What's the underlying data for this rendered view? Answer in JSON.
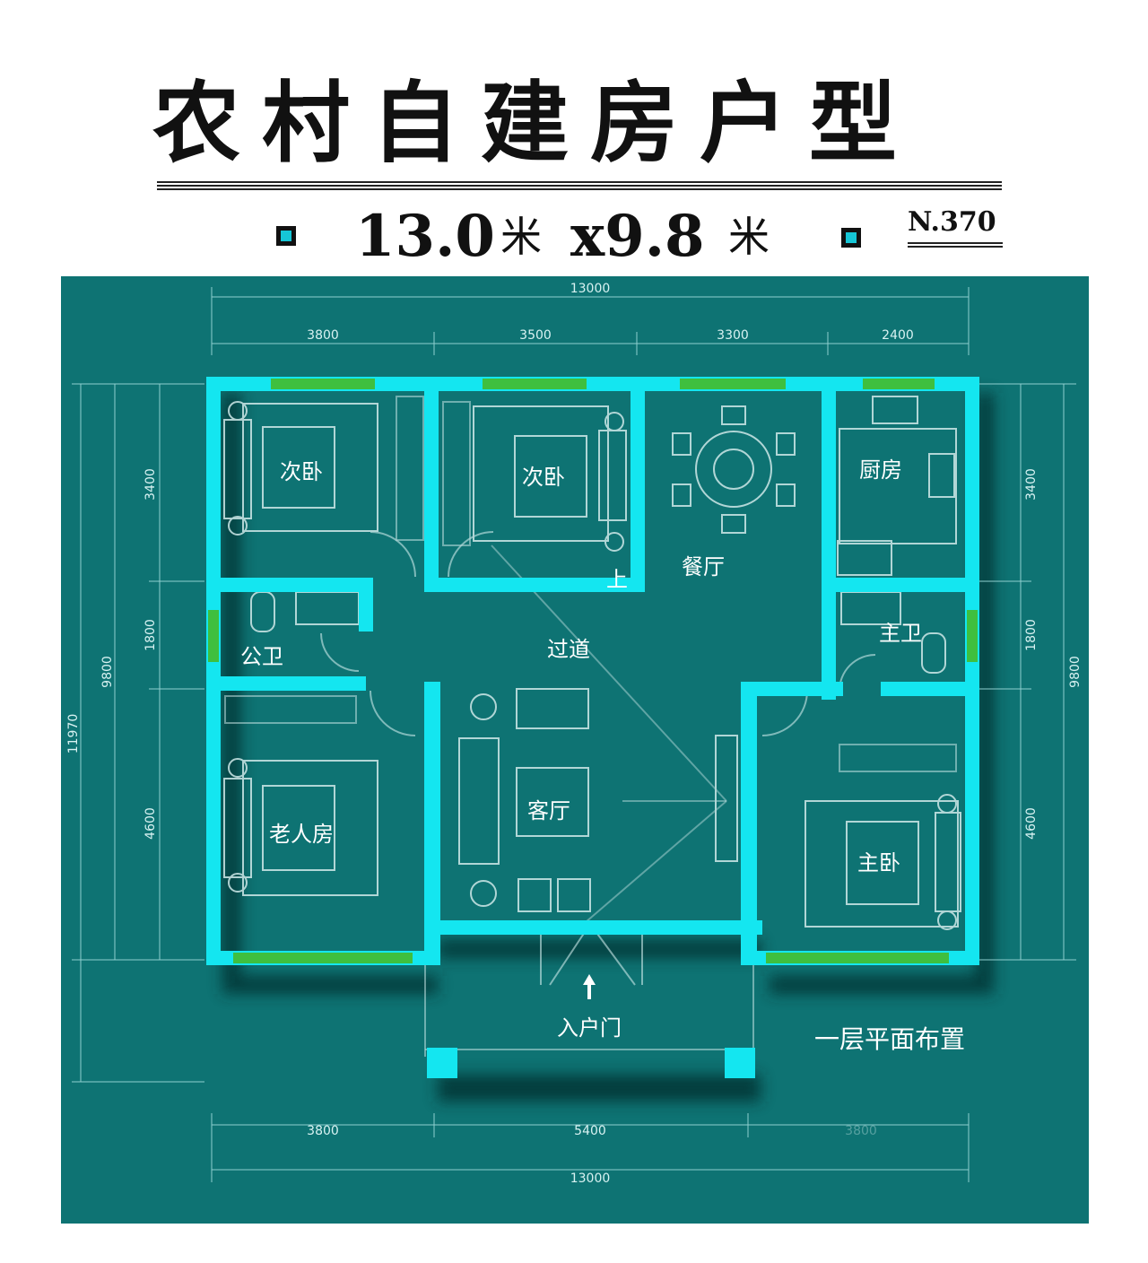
{
  "header": {
    "title": "农村自建房户型",
    "dimension_main": "13.0",
    "unit_1": "米",
    "dimension_times": "x9.8",
    "unit_2": "米",
    "plan_code": "N.370"
  },
  "plan": {
    "background_color": "#0e7373",
    "wall_color": "#14e6f0",
    "window_color": "#3fbf3f",
    "top_dimensions": {
      "total": "13000",
      "segments": [
        "3800",
        "3500",
        "3300",
        "2400"
      ]
    },
    "bottom_dimensions": {
      "total": "13000",
      "segments": [
        "3800",
        "5400",
        "3800"
      ]
    },
    "left_dimensions": {
      "segments": [
        "3400",
        "1800",
        "4600"
      ],
      "inner_total": "9800",
      "outer_total": "11970"
    },
    "right_dimensions": {
      "segments": [
        "3400",
        "1800",
        "4600"
      ],
      "total": "9800"
    },
    "rooms": {
      "bedroom_2a": "次卧",
      "bedroom_2b": "次卧",
      "dining": "餐厅",
      "stairs_up": "上",
      "kitchen": "厨房",
      "public_wc": "公卫",
      "corridor": "过道",
      "master_wc": "主卫",
      "living": "客厅",
      "elder_room": "老人房",
      "master_bedroom": "主卧",
      "entrance": "入户门"
    },
    "floor_caption": "一层平面布置"
  }
}
